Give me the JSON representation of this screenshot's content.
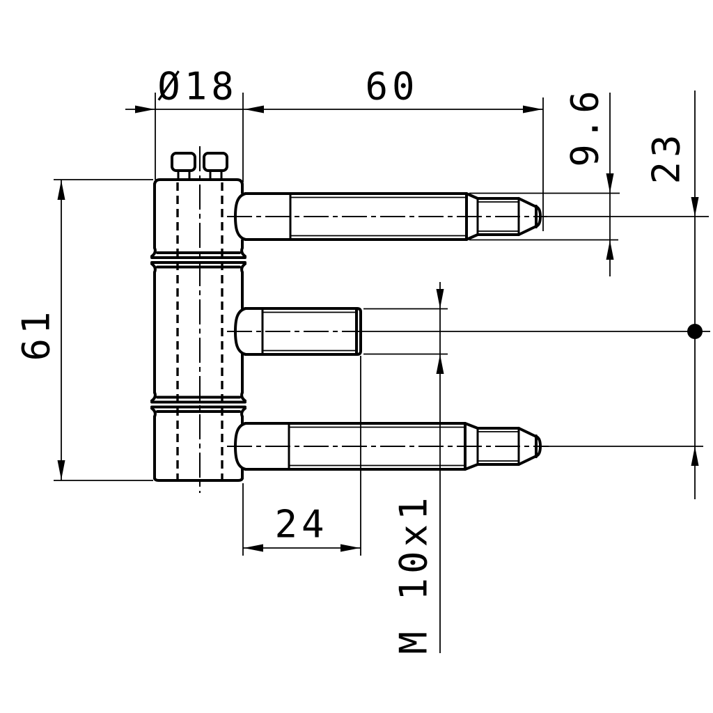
{
  "canvas": {
    "background": "#ffffff",
    "line_color": "#000000"
  },
  "labels": {
    "barrel_diameter": "Ø18",
    "top_pin_length": "60",
    "pin_diameter": "9.6",
    "pin_axis_spacing": "23",
    "barrel_height": "61",
    "middle_pin_length": "24",
    "thread_spec": "M 10x1"
  }
}
